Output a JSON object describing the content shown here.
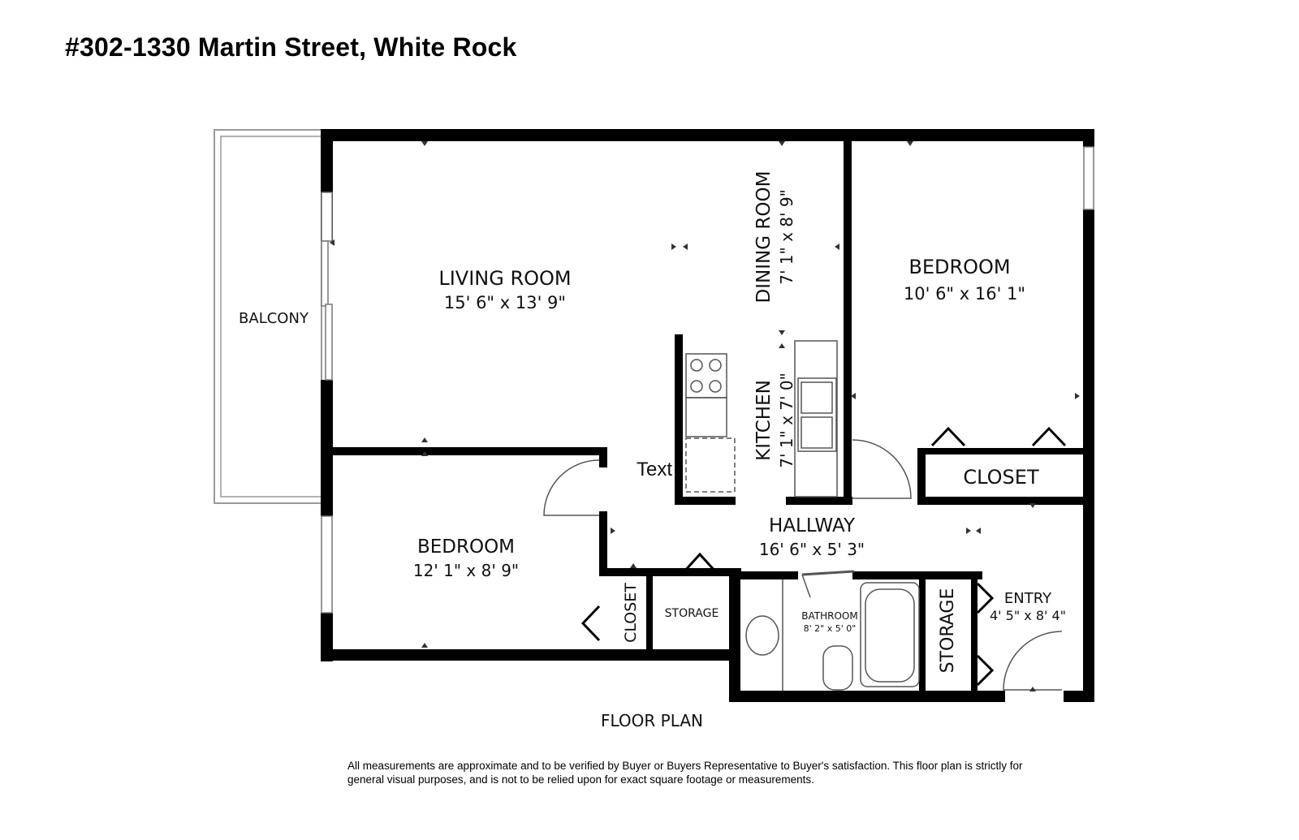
{
  "title": "#302-1330 Martin Street, White Rock",
  "rooms": {
    "balcony": {
      "name": "BALCONY"
    },
    "living": {
      "name": "LIVING ROOM",
      "dims": "15' 6\" x 13' 9\""
    },
    "dining": {
      "name": "DINING ROOM",
      "dims": "7' 1\" x 8' 9\""
    },
    "kitchen": {
      "name": "KITCHEN",
      "dims": "7' 1\" x 7' 0\""
    },
    "bedroom1": {
      "name": "BEDROOM",
      "dims": "10' 6\" x 16' 1\""
    },
    "closet1": {
      "name": "CLOSET"
    },
    "bedroom2": {
      "name": "BEDROOM",
      "dims": "12' 1\" x 8' 9\""
    },
    "hallway": {
      "name": "HALLWAY",
      "dims": "16' 6\" x 5' 3\""
    },
    "closet2": {
      "name": "CLOSET"
    },
    "storage1": {
      "name": "STORAGE"
    },
    "bathroom": {
      "name": "BATHROOM",
      "dims": "8' 2\" x 5' 0\""
    },
    "storage2": {
      "name": "STORAGE"
    },
    "entry": {
      "name": "ENTRY",
      "dims": "4' 5\" x 8' 4\""
    }
  },
  "stray_text": "Text",
  "plan_label": "FLOOR PLAN",
  "disclaimer": "All measurements are approximate and to be verified by Buyer or Buyers Representative to Buyer's satisfaction. This floor plan is strictly for general visual purposes, and is not to be relied upon for exact square footage or measurements."
}
